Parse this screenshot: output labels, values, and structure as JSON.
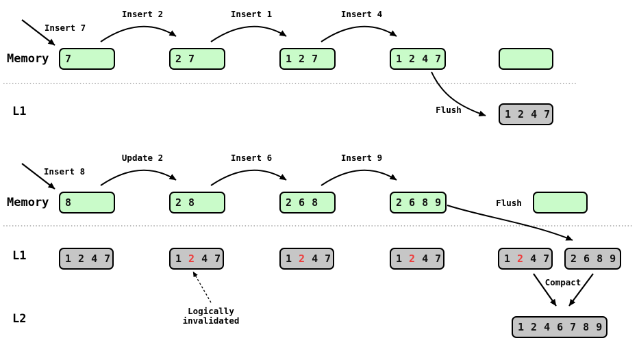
{
  "colors": {
    "memtable_fill": "#c9fbc9",
    "sstable_fill": "#c6c6c6",
    "invalidated_text": "#ee3b3b",
    "border": "#000000",
    "separator": "#909090"
  },
  "operations": {
    "insert7": "Insert 7",
    "insert2": "Insert 2",
    "insert1": "Insert 1",
    "insert4": "Insert 4",
    "flush_top": "Flush",
    "insert8": "Insert 8",
    "update2": "Update 2",
    "insert6": "Insert 6",
    "insert9": "Insert 9",
    "flush_bottom": "Flush",
    "compact": "Compact"
  },
  "annotation": {
    "line1": "Logically",
    "line2": "invalidated"
  },
  "rows": {
    "memory1": {
      "label": "Memory",
      "boxes": [
        {
          "values": [
            "7"
          ]
        },
        {
          "values": [
            "2",
            "7"
          ]
        },
        {
          "values": [
            "1",
            "2",
            "7"
          ]
        },
        {
          "values": [
            "1",
            "2",
            "4",
            "7"
          ]
        },
        {
          "values": []
        }
      ]
    },
    "l1_1": {
      "label": "L1",
      "boxes": [
        {
          "values": [
            "1",
            "2",
            "4",
            "7"
          ]
        }
      ]
    },
    "memory2": {
      "label": "Memory",
      "boxes": [
        {
          "values": [
            "8"
          ]
        },
        {
          "values": [
            "2",
            "8"
          ]
        },
        {
          "values": [
            "2",
            "6",
            "8"
          ]
        },
        {
          "values": [
            "2",
            "6",
            "8",
            "9"
          ]
        },
        {
          "values": []
        }
      ]
    },
    "l1_2": {
      "label": "L1",
      "boxes": [
        {
          "values": [
            "1",
            "2",
            "4",
            "7"
          ]
        },
        {
          "values": [
            "1",
            "2",
            "4",
            "7"
          ],
          "invalid_indices": [
            1
          ]
        },
        {
          "values": [
            "1",
            "2",
            "4",
            "7"
          ],
          "invalid_indices": [
            1
          ]
        },
        {
          "values": [
            "1",
            "2",
            "4",
            "7"
          ],
          "invalid_indices": [
            1
          ]
        },
        {
          "values": [
            "1",
            "2",
            "4",
            "7"
          ],
          "invalid_indices": [
            1
          ]
        },
        {
          "values": [
            "2",
            "6",
            "8",
            "9"
          ]
        }
      ]
    },
    "l2": {
      "label": "L2",
      "boxes": [
        {
          "values": [
            "1",
            "2",
            "4",
            "6",
            "7",
            "8",
            "9"
          ]
        }
      ]
    }
  }
}
